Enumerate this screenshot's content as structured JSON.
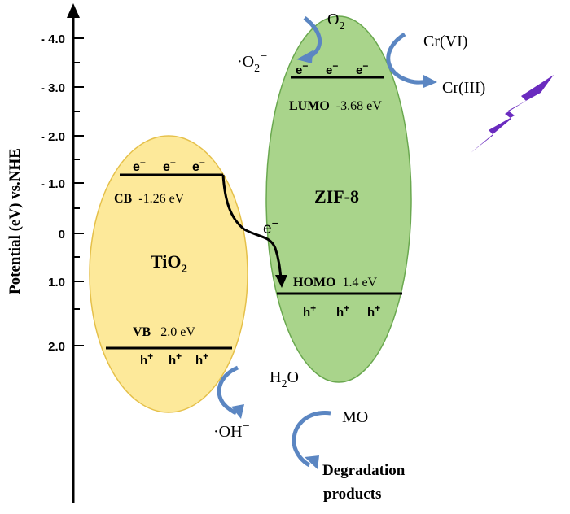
{
  "axis": {
    "label": "Potential (eV) vs.NHE",
    "ticks": [
      "- 4.0",
      "- 3.0",
      "- 2.0",
      "- 1.0",
      "0",
      "1.0",
      "2.0"
    ]
  },
  "tio2": {
    "name": "TiO",
    "name_sub": "2",
    "cb_label": "CB",
    "cb_value": "-1.26 eV",
    "vb_label": "VB",
    "vb_value": "2.0 eV",
    "electrons": [
      "e",
      "e",
      "e"
    ],
    "holes": [
      "h",
      "h",
      "h"
    ],
    "color": "#fde99a"
  },
  "zif8": {
    "name": "ZIF-8",
    "lumo_label": "LUMO",
    "lumo_value": "-3.68 eV",
    "homo_label": "HOMO",
    "homo_value": "1.4 eV",
    "electrons": [
      "e",
      "e",
      "e"
    ],
    "holes": [
      "h",
      "h",
      "h"
    ],
    "color": "#a9d48b"
  },
  "transfer_electron": "e",
  "species": {
    "o2": "O",
    "o2_sub": "2",
    "superoxide": "·O",
    "superoxide_sub": "2",
    "cr6": "Cr(VI)",
    "cr3": "Cr(III)",
    "h2o": "H",
    "h2o_sub": "2",
    "h2o_tail": "O",
    "oh": "·OH",
    "mo": "MO",
    "products_line1": "Degradation",
    "products_line2": "products"
  },
  "colors": {
    "arrow_blue": "#5b86c2",
    "lightning": "#6a2bbf",
    "axis": "#000000"
  }
}
